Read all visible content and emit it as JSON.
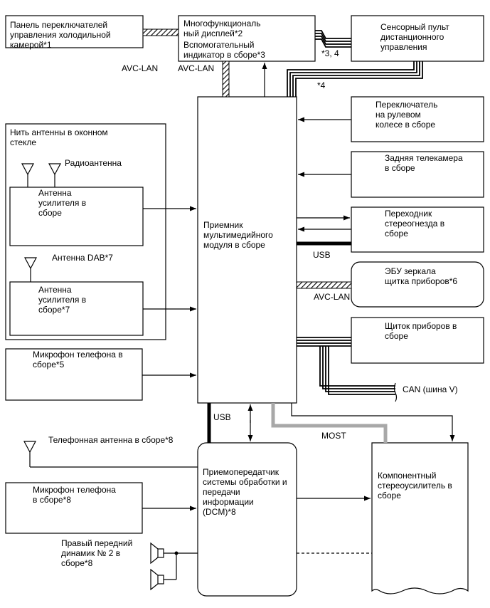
{
  "diagram": {
    "cold_panel": [
      "Панель переключателей",
      "управления холодильной",
      "камерой*1"
    ],
    "multi_display": [
      "Многофункциональ",
      "ный дисплей*2"
    ],
    "aux_indicator": [
      "Вспомогательный",
      "индикатор в сборе*3"
    ],
    "touch_remote": [
      "Сенсорный пульт",
      "дистанционного",
      "управления"
    ],
    "steering_switch": [
      "Переключатель",
      "на рулевом",
      "колесе в сборе"
    ],
    "rear_camera": [
      "Задняя телекамера",
      "в сборе"
    ],
    "stereo_jack": [
      "Переходник",
      "стереогнезда в",
      "сборе"
    ],
    "mirror_ecu": [
      "ЭБУ зеркала",
      "щитка приборов*6"
    ],
    "instrument_panel": [
      "Щиток приборов в",
      "сборе"
    ],
    "antenna_group": [
      "Нить антенны в оконном",
      "стекле"
    ],
    "radio_antenna": "Радиоантенна",
    "amp_antenna_1": [
      "Антенна",
      "усилителя в",
      "сборе"
    ],
    "dab_antenna": "Антенна DAB*7",
    "amp_antenna_2": [
      "Антенна",
      "усилителя в",
      "сборе*7"
    ],
    "mic_1": [
      "Микрофон телефона в",
      "сборе*5"
    ],
    "receiver": [
      "Приемник",
      "мультимедийного",
      "модуля в сборе"
    ],
    "phone_antenna": "Телефонная антенна в сборе*8",
    "dcm": [
      "Приемопередатчик",
      "системы обработки и",
      "передачи",
      "информации",
      "(DCM)*8"
    ],
    "mic_2": [
      "Микрофон телефона",
      "в сборе*8"
    ],
    "speaker": [
      "Правый передний",
      "динамик № 2 в",
      "сборе*8"
    ],
    "amplifier": [
      "Компонентный",
      "стереоусилитель в",
      "сборе"
    ],
    "labels": {
      "avc_lan_1": "AVC-LAN",
      "avc_lan_2": "AVC-LAN",
      "avc_lan_3": "AVC-LAN",
      "note_34": "*3, 4",
      "note_4": "*4",
      "usb_1": "USB",
      "usb_2": "USB",
      "can": "CAN (шина V)",
      "most": "MOST"
    }
  }
}
